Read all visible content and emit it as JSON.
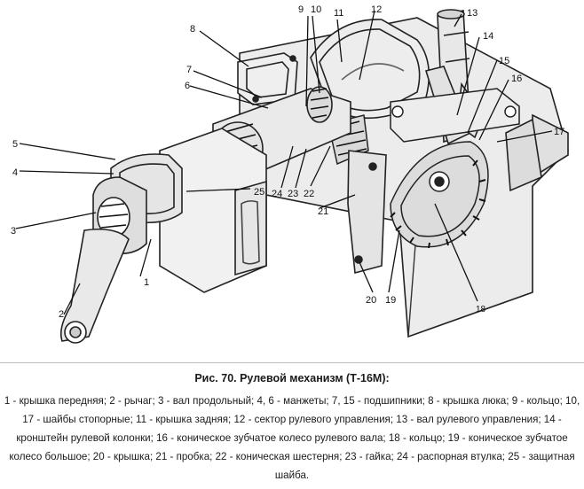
{
  "figure": {
    "callouts": [
      "1",
      "2",
      "3",
      "4",
      "5",
      "6",
      "7",
      "8",
      "9",
      "10",
      "11",
      "12",
      "13",
      "14",
      "15",
      "16",
      "17",
      "18",
      "19",
      "20",
      "21",
      "22",
      "23",
      "24",
      "25"
    ]
  },
  "caption": {
    "title": "Рис. 70. Рулевой механизм (Т-16М):",
    "legend": "1 - крышка передняя; 2 - рычаг; 3 - вал продольный; 4, 6 - манжеты; 7, 15 - подшипники; 8 - крышка люка; 9 - кольцо; 10, 17 - шайбы стопорные; 11 - крышка задняя; 12 - сектор рулевого управления; 13 - вал рулевого управления; 14 - кронштейн рулевой колонки; 16 - коническое зубчатое колесо рулевого вала; 18 - кольцо; 19 - коническое зубчатое колесо большое; 20 - крышка; 21 - пробка; 22 - коническая шестерня; 23 - гайка; 24 - распорная втулка; 25 - защитная шайба."
  }
}
